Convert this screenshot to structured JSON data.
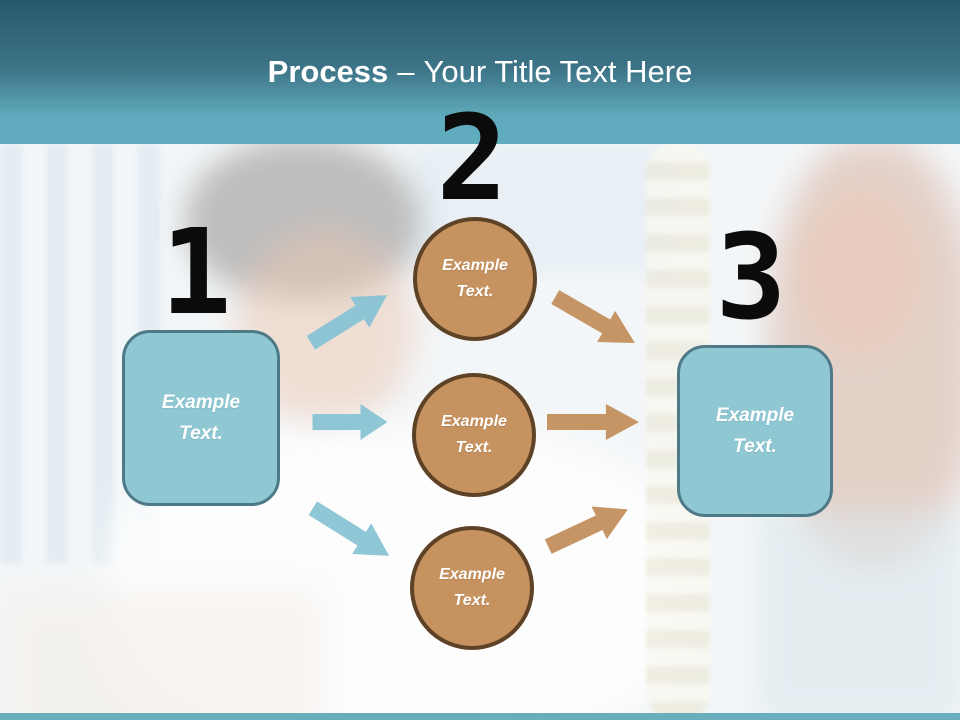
{
  "title": {
    "bold": "Process",
    "separator": "–",
    "regular": "Your Title Text Here"
  },
  "steps": [
    {
      "number": "1",
      "label": "Example Text."
    },
    {
      "number": "2"
    },
    {
      "number": "3",
      "label": "Example Text."
    }
  ],
  "circles": [
    {
      "label": "Example Text."
    },
    {
      "label": "Example Text."
    },
    {
      "label": "Example Text."
    }
  ],
  "colors": {
    "header_top": "#27596a",
    "header_bottom": "#60acbe",
    "title_text": "#ffffff",
    "number_text": "#0b0b0b",
    "box_fill": "#8fc7d3",
    "box_border": "#4e7a87",
    "box_text": "#ffffff",
    "circle_fill": "#c6925f",
    "circle_border": "#5d4226",
    "circle_text": "#ffffff",
    "arrow_blue": "#85c2d4",
    "arrow_orange": "#c28f5d",
    "footer_bar": "#68aebc",
    "canvas_bg": "#f3f6f8"
  }
}
